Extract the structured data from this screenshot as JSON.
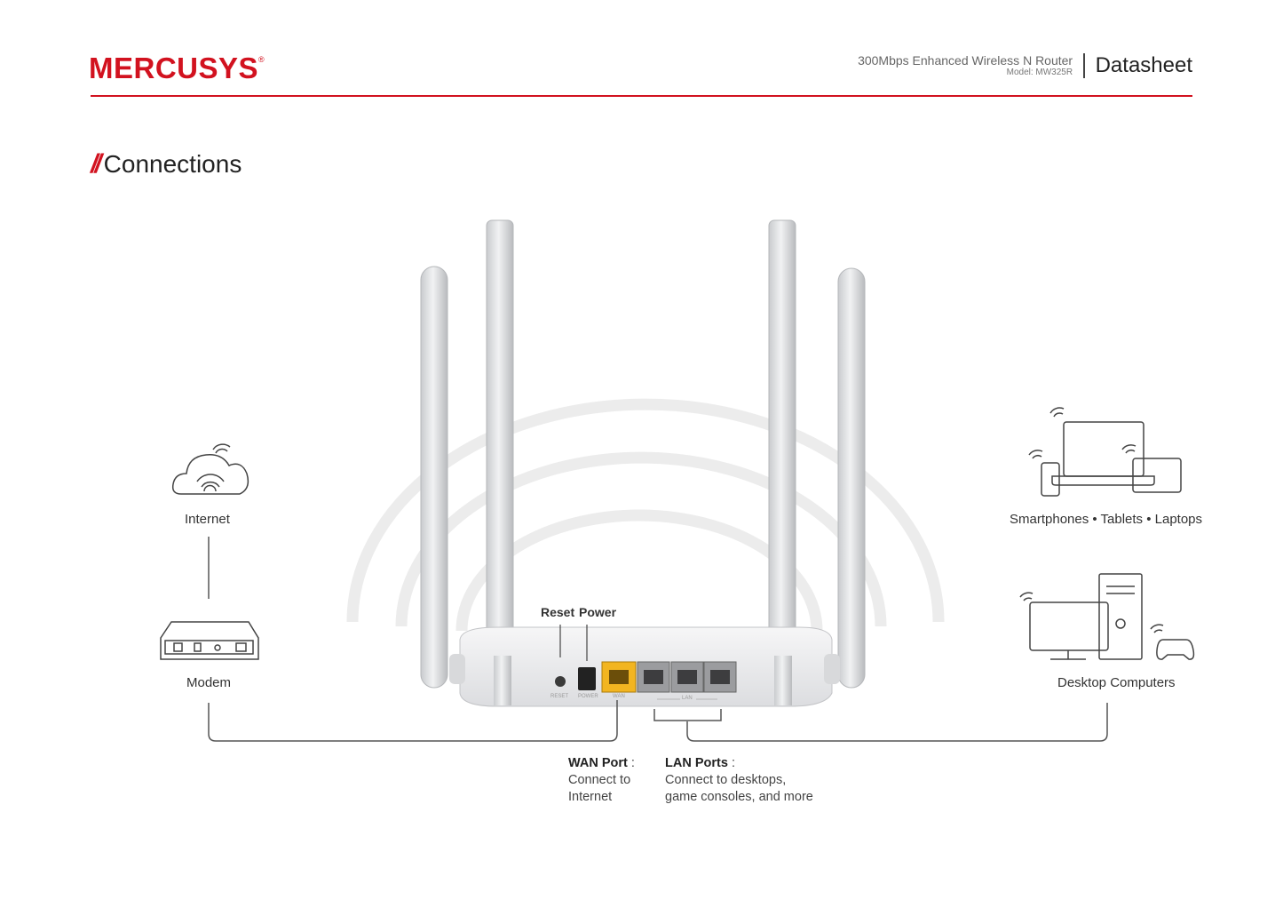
{
  "brand": {
    "name": "MERCUSYS",
    "mark": "®"
  },
  "header": {
    "product": "300Mbps Enhanced Wireless N Router",
    "model": "Model: MW325R",
    "doc_type": "Datasheet"
  },
  "section": {
    "title": "Connections"
  },
  "nodes": {
    "internet": "Internet",
    "modem": "Modem",
    "mobile": "Smartphones • Tablets • Laptops",
    "desktop": "Desktop Computers"
  },
  "router_labels": {
    "reset": "Reset",
    "power": "Power",
    "reset_small": "RESET",
    "power_small": "POWER",
    "wan_small": "WAN",
    "lan_small": "LAN"
  },
  "callouts": {
    "wan": {
      "title": "WAN Port",
      "colon": ":",
      "line1": "Connect to",
      "line2": "Internet"
    },
    "lan": {
      "title": "LAN Ports",
      "colon": ":",
      "line1": "Connect to desktops,",
      "line2": "game consoles, and  more"
    }
  },
  "colors": {
    "brand_red": "#d2121f",
    "wan_port": "#f2b521",
    "line": "#555555"
  }
}
